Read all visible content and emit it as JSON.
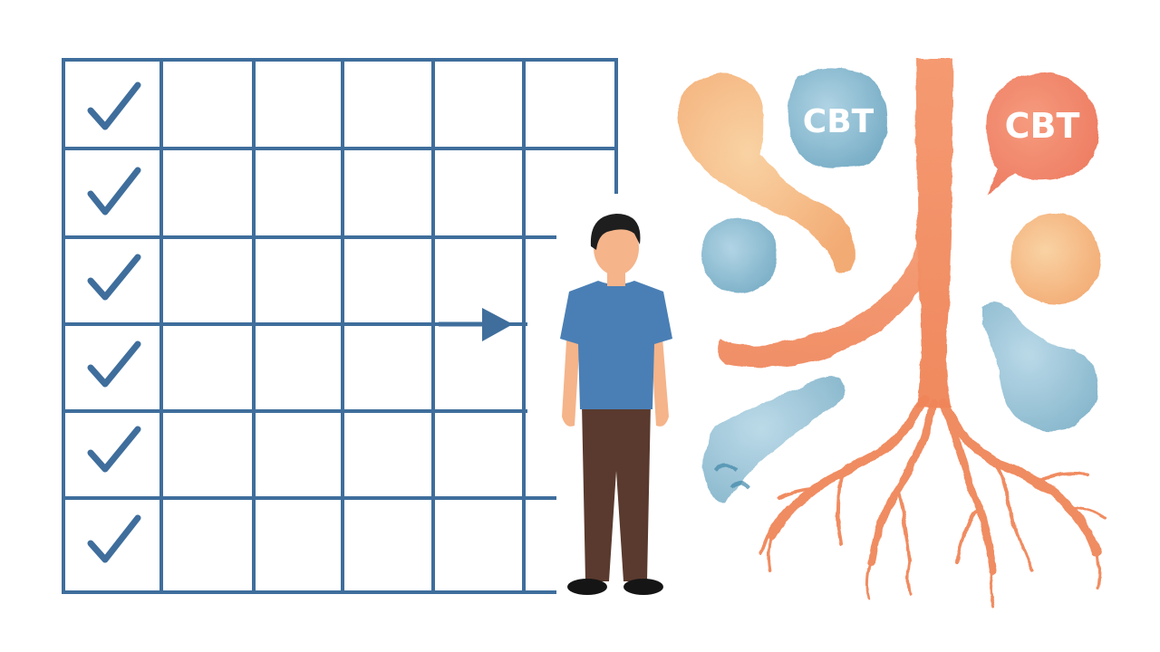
{
  "colors": {
    "grid_blue": "#3f6e9c",
    "check_blue": "#3f6e9c",
    "orange": "#f08a5d",
    "peach": "#f6b47c",
    "teal": "#6ba7c1",
    "light_blue": "#9fcbe0",
    "shirt": "#4a7fb5",
    "pants": "#5a3a2e",
    "skin": "#f5b48a",
    "hair": "#1e1e1e"
  },
  "icons": {
    "check": "checkmark-icon",
    "arrow": "arrow-right-icon",
    "person": "person-icon",
    "tree": "tree-roots-icon"
  },
  "grid": {
    "rows": 6,
    "cols": 6,
    "checked_rows": [
      0,
      1,
      2,
      3,
      4,
      5
    ]
  },
  "bubbles": {
    "left_label": "CBT",
    "right_label": "CBT"
  }
}
